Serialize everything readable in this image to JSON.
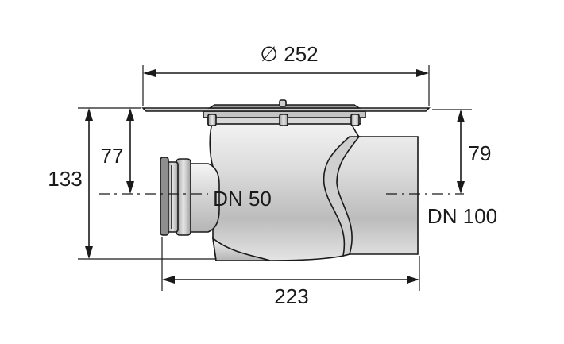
{
  "dimensions": {
    "plate_diameter": "∅ 252",
    "total_height": "133",
    "inlet_height": "77",
    "outlet_height": "79",
    "total_length": "223"
  },
  "connections": {
    "inlet": "DN 50",
    "outlet": "DN 100"
  }
}
